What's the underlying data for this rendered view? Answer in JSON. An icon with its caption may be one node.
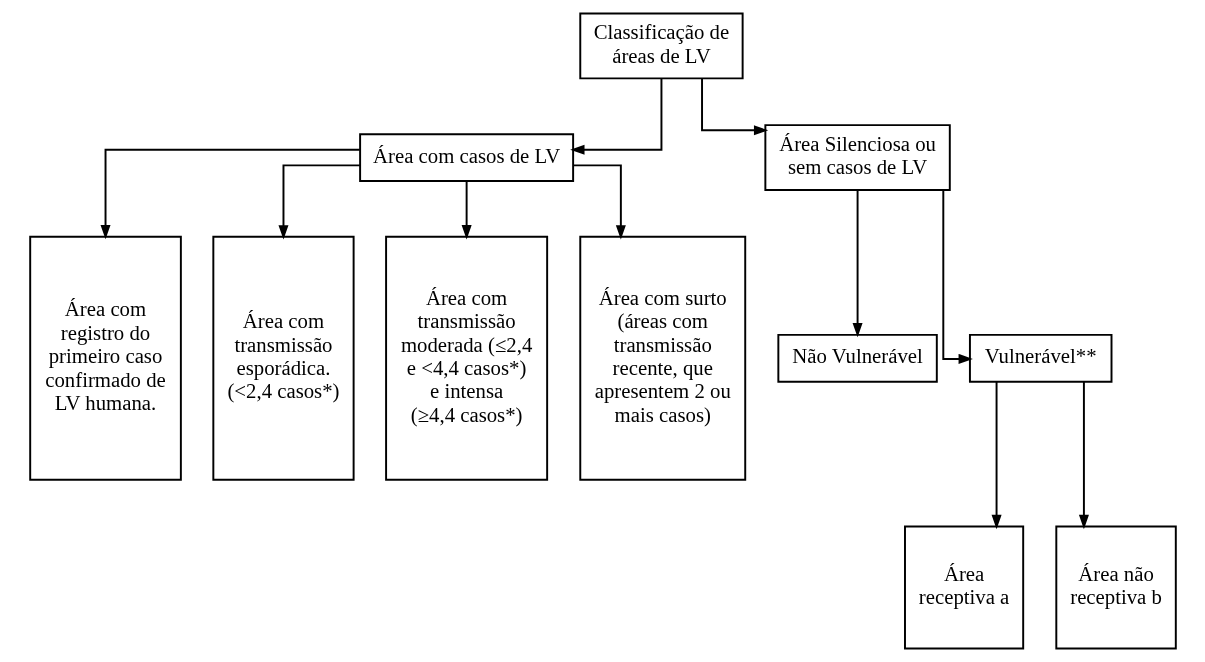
{
  "diagram": {
    "nodes": [
      {
        "text": [
          "Classificação de áreas de LV"
        ]
      },
      {
        "text": [
          "Área com casos de LV"
        ]
      },
      {
        "text": [
          "Área Silenciosa ou sem casos de LV"
        ]
      },
      {
        "text": [
          "Área com registro do primeiro caso confirmado de LV humana."
        ]
      },
      {
        "text": [
          "Área com transmissão esporádica.",
          "(<2,4 casos*)"
        ]
      },
      {
        "text": [
          "Área com transmissão moderada (≤2,4 e <4,4 casos*) e intensa (≥4,4 casos*)"
        ]
      },
      {
        "text": [
          "Área com surto (áreas com transmissão recente, que apresentem 2 ou mais casos)"
        ]
      },
      {
        "text": [
          "Não Vulnerável"
        ]
      },
      {
        "text": [
          "Vulnerável**"
        ]
      },
      {
        "text": [
          "Área receptiva a"
        ]
      },
      {
        "text": [
          "Área não receptiva b"
        ]
      }
    ],
    "edges": [
      {
        "from": 0,
        "to": 1,
        "arrow": "to"
      },
      {
        "from": 0,
        "to": 2,
        "arrow": "to"
      },
      {
        "from": 1,
        "to": 3,
        "arrow": "to"
      },
      {
        "from": 1,
        "to": 4,
        "arrow": "to"
      },
      {
        "from": 1,
        "to": 5,
        "arrow": "to"
      },
      {
        "from": 1,
        "to": 6,
        "arrow": "to"
      },
      {
        "from": 2,
        "to": 7,
        "arrow": "to"
      },
      {
        "from": 2,
        "to": 8,
        "arrow": "to"
      },
      {
        "from": 8,
        "to": 9,
        "arrow": "to"
      },
      {
        "from": 8,
        "to": 10,
        "arrow": "to"
      }
    ]
  }
}
